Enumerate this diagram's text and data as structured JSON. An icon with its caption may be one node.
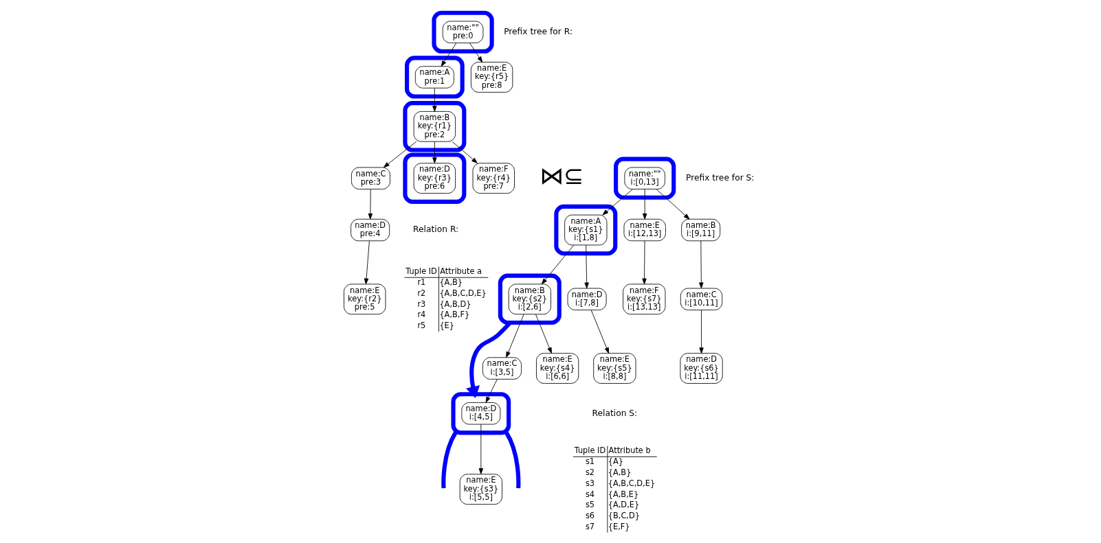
{
  "diagram": {
    "nodes": [
      {
        "text": [],
        "shape": "ellipse"
      },
      {
        "text": [
          "name:\"\" pre:0"
        ],
        "in": 0
      },
      {
        "text": [],
        "shape": "ellipse"
      },
      {
        "text": [
          "name:A pre:1"
        ],
        "in": 2
      },
      {
        "text": [
          "name:E key:{r5} pre:8"
        ]
      },
      {
        "text": [],
        "shape": "ellipse"
      },
      {
        "text": [
          "name:B key:{r1} pre:2"
        ],
        "in": 5
      },
      {
        "text": [
          "name:C pre:3"
        ]
      },
      {
        "text": [],
        "shape": "ellipse"
      },
      {
        "text": [
          "name:D key:{r3} pre:6"
        ],
        "in": 8
      },
      {
        "text": [
          "name:F key:{r4} pre:7"
        ]
      },
      {
        "text": [
          "name:D pre:4"
        ]
      },
      {
        "text": [
          "name:E key:{r2} pre:5"
        ]
      },
      {
        "text": [],
        "shape": "ellipse"
      },
      {
        "text": [
          "name:\"\" i:[0,13]"
        ],
        "in": 13
      },
      {
        "text": [],
        "shape": "ellipse"
      },
      {
        "text": [
          "name:A key:{s1} i:[1,8]"
        ],
        "in": 15
      },
      {
        "text": [
          "name:B i:[9,11]"
        ]
      },
      {
        "text": [
          "name:E i:[12,13]"
        ]
      },
      {
        "text": [],
        "shape": "ellipse"
      },
      {
        "text": [
          "name:B key:{s2} i:[2,6]"
        ],
        "in": 19
      },
      {
        "text": [
          "name:D i:[7,8]"
        ]
      },
      {
        "text": [
          "name:C i:[10,11]"
        ]
      },
      {
        "text": [
          "name:F key:{s7} i:[13,13]"
        ]
      },
      {
        "text": [
          "name:C i:[3,5]"
        ]
      },
      {
        "text": [
          "name:E key:{s4} i:[6,6]"
        ]
      },
      {
        "text": [
          "name:E key:{s5} i:[8,8]"
        ]
      },
      {
        "text": [
          "name:D key:{s6} i:[11,11]"
        ]
      },
      {
        "text": [],
        "shape": "ellipse"
      },
      {
        "text": [
          "name:D i:[4,5]"
        ],
        "in": 28
      },
      {
        "text": [
          "name:E key:{s3} i:[5,5]"
        ]
      }
    ],
    "edges": [
      {
        "from": 1,
        "to": 3,
        "arrow": "to"
      },
      {
        "from": 1,
        "to": 4,
        "arrow": "to"
      },
      {
        "from": 3,
        "to": 6,
        "arrow": "to"
      },
      {
        "from": 6,
        "to": 7,
        "arrow": "to"
      },
      {
        "from": 6,
        "to": 9,
        "arrow": "to"
      },
      {
        "from": 6,
        "to": 10,
        "arrow": "to"
      },
      {
        "from": 7,
        "to": 11,
        "arrow": "to"
      },
      {
        "from": 11,
        "to": 12,
        "arrow": "to"
      },
      {
        "from": 14,
        "to": 16,
        "arrow": "to"
      },
      {
        "from": 14,
        "to": 17,
        "arrow": "to"
      },
      {
        "from": 14,
        "to": 18,
        "arrow": "to"
      },
      {
        "from": 16,
        "to": 20,
        "arrow": "to"
      },
      {
        "from": 16,
        "to": 21,
        "arrow": "to"
      },
      {
        "from": 17,
        "to": 22,
        "arrow": "to"
      },
      {
        "from": 18,
        "to": 23,
        "arrow": "to"
      },
      {
        "from": 20,
        "to": 24,
        "arrow": "to"
      },
      {
        "from": 20,
        "to": 25,
        "arrow": "to"
      },
      {
        "from": 21,
        "to": 26,
        "arrow": "to"
      },
      {
        "from": 22,
        "to": 27,
        "arrow": "to"
      },
      {
        "from": 24,
        "to": 29,
        "arrow": "to"
      },
      {
        "from": 29,
        "to": 30,
        "arrow": "to"
      },
      {
        "from": 19,
        "to": 28,
        "arrow": "to",
        "style": "thick",
        "color": "#0000ff"
      },
      {
        "from": 28,
        "to": null,
        "arrow": "none",
        "style": "thick",
        "color": "#0000ff"
      },
      {
        "from": 28,
        "to": null,
        "arrow": "none",
        "style": "thick",
        "color": "#0000ff"
      }
    ],
    "labels": [
      "Prefix tree for R:",
      "Relation R:",
      "Tuple ID",
      "Attribute a",
      "r1",
      "{A,B}",
      "r2",
      "{A,B,C,D,E}",
      "r3",
      "{A,B,D}",
      "r4",
      "{A,B,F}",
      "r5",
      "{E}",
      "⋈⊆",
      "Prefix tree for S:",
      "Relation S:",
      "Tuple ID",
      "Attribute b",
      "s1",
      "{A}",
      "s2",
      "{A,B}",
      "s3",
      "{A,B,C,D,E}",
      "s4",
      "{A,B,E}",
      "s5",
      "{A,D,E}",
      "s6",
      "{B,C,D}",
      "s7",
      "{E,F}"
    ]
  }
}
